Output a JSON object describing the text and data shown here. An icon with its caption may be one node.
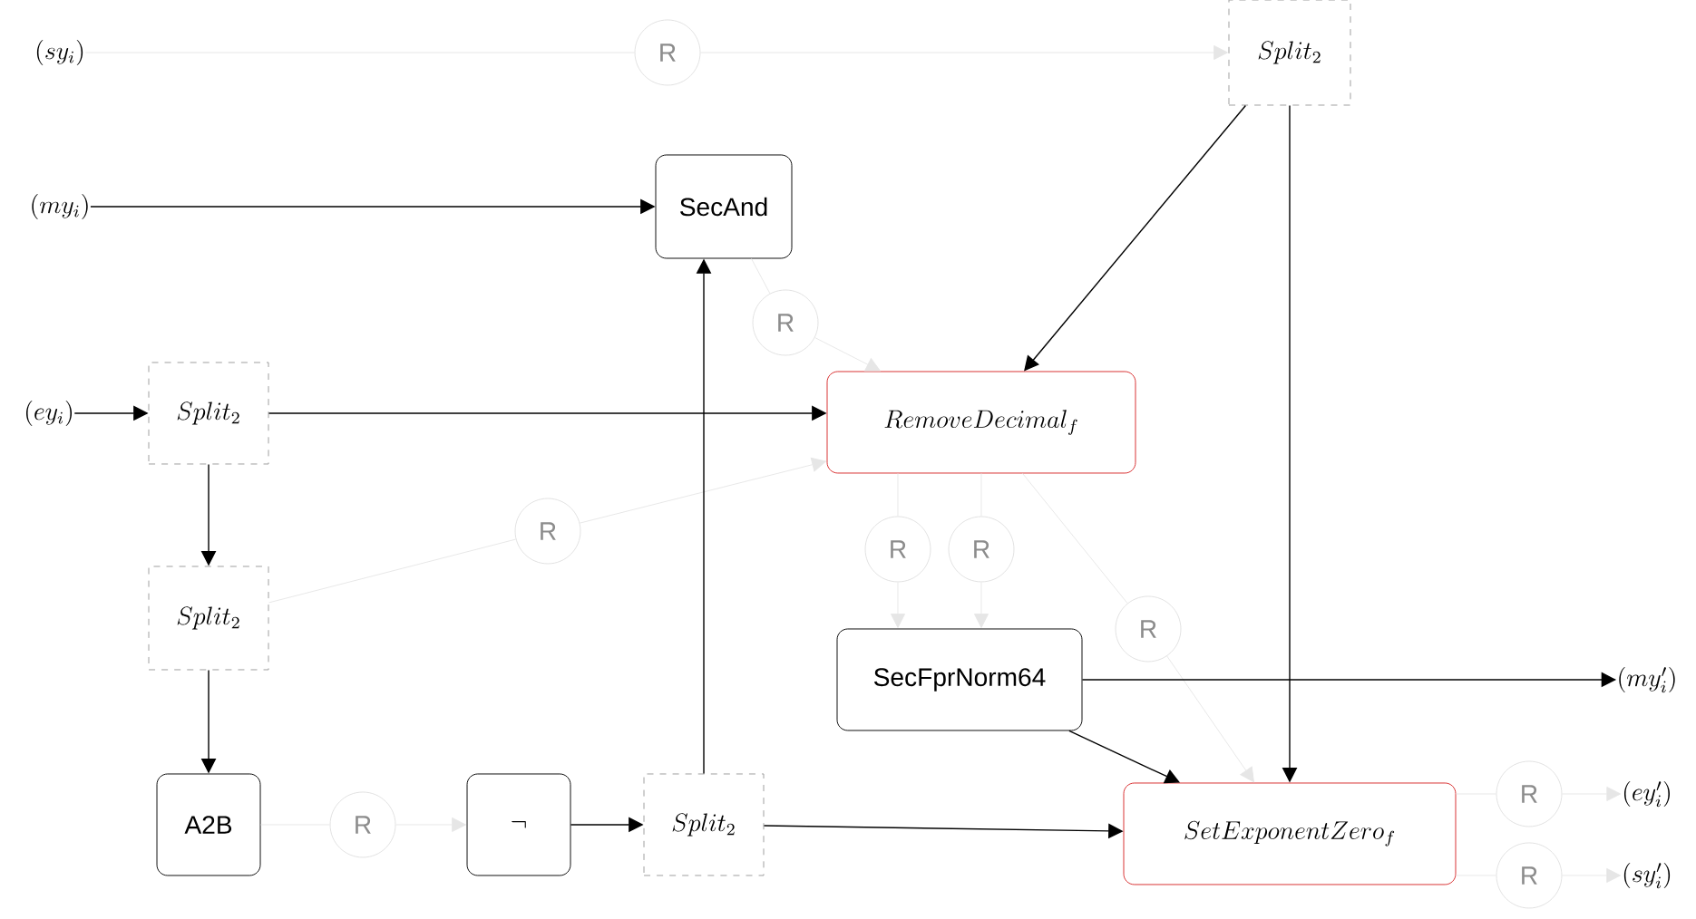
{
  "diagram": {
    "nodes": [
      {
        "text": [
          "(sy_i)"
        ]
      },
      {
        "text": [
          "R"
        ]
      },
      {
        "text": [
          "Split_2"
        ]
      },
      {
        "text": [
          "(my_i)"
        ]
      },
      {
        "text": [
          "SecAnd"
        ]
      },
      {
        "text": [
          "R"
        ]
      },
      {
        "text": [
          "(ey_i)"
        ]
      },
      {
        "text": [
          "Split_2"
        ]
      },
      {
        "text": [
          "RemoveDecimal_f"
        ]
      },
      {
        "text": [
          "Split_2"
        ]
      },
      {
        "text": [
          "R"
        ]
      },
      {
        "text": [
          "R"
        ]
      },
      {
        "text": [
          "R"
        ]
      },
      {
        "text": [
          "R"
        ]
      },
      {
        "text": [
          "SecFprNorm64"
        ]
      },
      {
        "text": [
          "(my'_i)"
        ]
      },
      {
        "text": [
          "A2B"
        ]
      },
      {
        "text": [
          "R"
        ]
      },
      {
        "text": [
          "\\neg"
        ]
      },
      {
        "text": [
          "Split_2"
        ]
      },
      {
        "text": [
          "SetExponentZero_f"
        ]
      },
      {
        "text": [
          "R"
        ]
      },
      {
        "text": [
          "(ey'_i)"
        ]
      },
      {
        "text": [
          "R"
        ]
      },
      {
        "text": [
          "(sy'_i)"
        ]
      }
    ],
    "edges": [
      {
        "from": 0,
        "to": 1,
        "arrow": "none"
      },
      {
        "from": 1,
        "to": 2,
        "arrow": "to"
      },
      {
        "from": 3,
        "to": 4,
        "arrow": "to",
        "color": "#000000"
      },
      {
        "from": 4,
        "to": 5,
        "arrow": "none"
      },
      {
        "from": 5,
        "to": 8,
        "arrow": "to"
      },
      {
        "from": 6,
        "to": 7,
        "arrow": "to",
        "color": "#000000"
      },
      {
        "from": 7,
        "to": 8,
        "arrow": "to",
        "color": "#000000"
      },
      {
        "from": 7,
        "to": 9,
        "arrow": "to",
        "color": "#000000"
      },
      {
        "from": 9,
        "to": 10,
        "arrow": "none"
      },
      {
        "from": 10,
        "to": 8,
        "arrow": "to"
      },
      {
        "from": 2,
        "to": 8,
        "arrow": "to",
        "color": "#000000"
      },
      {
        "from": 2,
        "to": 20,
        "arrow": "to",
        "color": "#000000"
      },
      {
        "from": 8,
        "to": 11,
        "arrow": "none"
      },
      {
        "from": 11,
        "to": 14,
        "arrow": "to"
      },
      {
        "from": 8,
        "to": 12,
        "arrow": "none"
      },
      {
        "from": 12,
        "to": 14,
        "arrow": "to"
      },
      {
        "from": 8,
        "to": 13,
        "arrow": "none"
      },
      {
        "from": 13,
        "to": 20,
        "arrow": "to"
      },
      {
        "from": 14,
        "to": 15,
        "arrow": "to",
        "color": "#000000"
      },
      {
        "from": 14,
        "to": 20,
        "arrow": "to",
        "color": "#000000"
      },
      {
        "from": 9,
        "to": 16,
        "arrow": "to",
        "color": "#000000"
      },
      {
        "from": 16,
        "to": 17,
        "arrow": "none"
      },
      {
        "from": 17,
        "to": 18,
        "arrow": "to"
      },
      {
        "from": 18,
        "to": 19,
        "arrow": "to",
        "color": "#000000"
      },
      {
        "from": 19,
        "to": 4,
        "arrow": "to",
        "color": "#000000"
      },
      {
        "from": 19,
        "to": 20,
        "arrow": "to",
        "color": "#000000"
      },
      {
        "from": 20,
        "to": 21,
        "arrow": "none"
      },
      {
        "from": 21,
        "to": 22,
        "arrow": "to"
      },
      {
        "from": 20,
        "to": 23,
        "arrow": "none"
      },
      {
        "from": 23,
        "to": 24,
        "arrow": "to"
      }
    ]
  }
}
